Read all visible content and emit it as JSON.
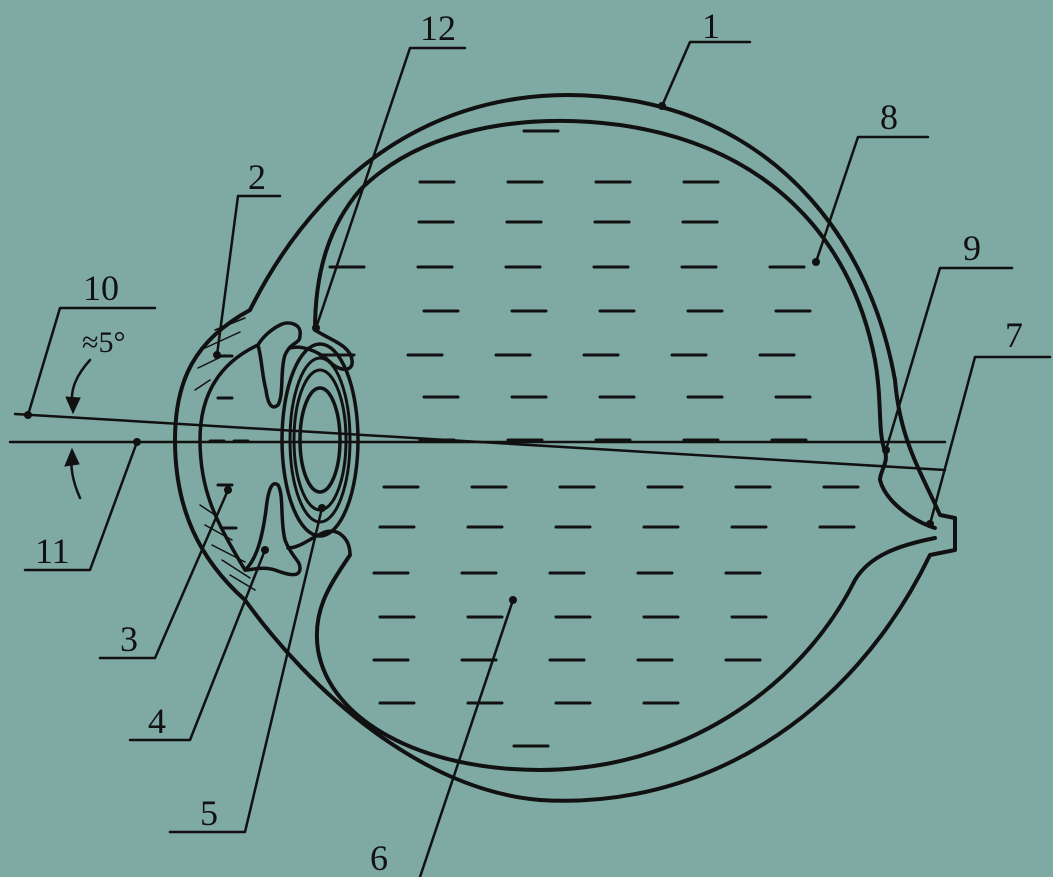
{
  "diagram": {
    "labels": {
      "l1": "1",
      "l2": "2",
      "l3": "3",
      "l4": "4",
      "l5": "5",
      "l6": "6",
      "l7": "7",
      "l8": "8",
      "l9": "9",
      "l10": "10",
      "l11": "11",
      "l12": "12"
    },
    "angle_text": "≈5°",
    "colors": {
      "background": "#7fa9a3",
      "ink": "#111111"
    }
  }
}
